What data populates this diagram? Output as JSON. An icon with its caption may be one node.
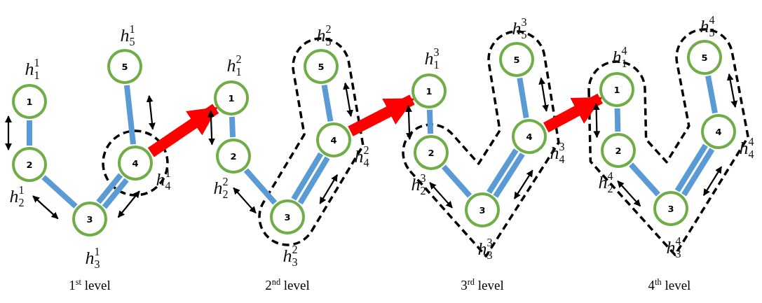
{
  "diagram": {
    "nodes": [
      {
        "text": [
          "1"
        ],
        "beside": [
          "*h*$^{1}$$_{1}$"
        ]
      },
      {
        "text": [
          "2"
        ],
        "beside": [
          "*h*$^{1}$$_{2}$"
        ]
      },
      {
        "text": [
          "3"
        ],
        "beside": [
          "*h*$^{1}$$_{3}$"
        ]
      },
      {
        "text": [
          "4"
        ],
        "beside": [
          "*h*$^{1}$$_{4}$"
        ]
      },
      {
        "text": [
          "5"
        ],
        "beside": [
          "*h*$^{1}$$_{5}$"
        ]
      },
      {
        "text": [
          "1"
        ],
        "beside": [
          "*h*$^{2}$$_{1}$"
        ]
      },
      {
        "text": [
          "2"
        ],
        "beside": [
          "*h*$^{2}$$_{2}$"
        ]
      },
      {
        "text": [
          "3"
        ],
        "beside": [
          "*h*$^{2}$$_{3}$"
        ]
      },
      {
        "text": [
          "4"
        ],
        "beside": [
          "*h*$^{2}$$_{4}$"
        ]
      },
      {
        "text": [
          "5"
        ],
        "beside": [
          "*h*$^{2}$$_{5}$"
        ]
      },
      {
        "text": [
          "1"
        ],
        "beside": [
          "*h*$^{3}$$_{1}$"
        ]
      },
      {
        "text": [
          "2"
        ],
        "beside": [
          "*h*$^{3}$$_{2}$"
        ]
      },
      {
        "text": [
          "3"
        ],
        "beside": [
          "*h*$^{3}$$_{3}$"
        ]
      },
      {
        "text": [
          "4"
        ],
        "beside": [
          "*h*$^{3}$$_{4}$"
        ]
      },
      {
        "text": [
          "5"
        ],
        "beside": [
          "*h*$^{3}$$_{5}$"
        ]
      },
      {
        "text": [
          "1"
        ],
        "beside": [
          "*h*$^{4}$$_{1}$"
        ]
      },
      {
        "text": [
          "2"
        ],
        "beside": [
          "*h*$^{4}$$_{2}$"
        ]
      },
      {
        "text": [
          "3"
        ],
        "beside": [
          "*h*$^{4}$$_{3}$"
        ]
      },
      {
        "text": [
          "4"
        ],
        "beside": [
          "*h*$^{4}$$_{4}$"
        ]
      },
      {
        "text": [
          "5"
        ],
        "beside": [
          "*h*$^{4}$$_{5}$"
        ]
      }
    ],
    "edges": [
      {
        "from": 0,
        "to": 1,
        "arrow": "none"
      },
      {
        "from": 1,
        "to": 2,
        "arrow": "none"
      },
      {
        "from": 2,
        "to": 3,
        "arrow": "none"
      },
      {
        "from": 2,
        "to": 3,
        "arrow": "none"
      },
      {
        "from": 3,
        "to": 4,
        "arrow": "none"
      },
      {
        "from": 0,
        "to": 1,
        "arrow": "both",
        "color": "#000000"
      },
      {
        "from": 1,
        "to": 2,
        "arrow": "both",
        "color": "#000000"
      },
      {
        "from": 2,
        "to": 3,
        "arrow": "both",
        "color": "#000000"
      },
      {
        "from": 3,
        "to": 4,
        "arrow": "both",
        "color": "#000000"
      },
      {
        "from": 3,
        "to": 5,
        "arrow": "to",
        "style": "thick",
        "color": "#ff0000"
      },
      {
        "from": 5,
        "to": 6,
        "arrow": "none"
      },
      {
        "from": 6,
        "to": 7,
        "arrow": "none"
      },
      {
        "from": 7,
        "to": 8,
        "arrow": "none"
      },
      {
        "from": 7,
        "to": 8,
        "arrow": "none"
      },
      {
        "from": 8,
        "to": 9,
        "arrow": "none"
      },
      {
        "from": 5,
        "to": 6,
        "arrow": "both",
        "color": "#000000"
      },
      {
        "from": 6,
        "to": 7,
        "arrow": "both",
        "color": "#000000"
      },
      {
        "from": 7,
        "to": 8,
        "arrow": "both",
        "color": "#000000"
      },
      {
        "from": 8,
        "to": 9,
        "arrow": "both",
        "color": "#000000"
      },
      {
        "from": 8,
        "to": 10,
        "arrow": "to",
        "style": "thick",
        "color": "#ff0000"
      },
      {
        "from": 10,
        "to": 11,
        "arrow": "none"
      },
      {
        "from": 11,
        "to": 12,
        "arrow": "none"
      },
      {
        "from": 12,
        "to": 13,
        "arrow": "none"
      },
      {
        "from": 12,
        "to": 13,
        "arrow": "none"
      },
      {
        "from": 13,
        "to": 14,
        "arrow": "none"
      },
      {
        "from": 10,
        "to": 11,
        "arrow": "both",
        "color": "#000000"
      },
      {
        "from": 11,
        "to": 12,
        "arrow": "both",
        "color": "#000000"
      },
      {
        "from": 12,
        "to": 13,
        "arrow": "both",
        "color": "#000000"
      },
      {
        "from": 13,
        "to": 14,
        "arrow": "both",
        "color": "#000000"
      },
      {
        "from": 13,
        "to": 15,
        "arrow": "to",
        "style": "thick",
        "color": "#ff0000"
      },
      {
        "from": 15,
        "to": 16,
        "arrow": "none"
      },
      {
        "from": 16,
        "to": 17,
        "arrow": "none"
      },
      {
        "from": 17,
        "to": 18,
        "arrow": "none"
      },
      {
        "from": 17,
        "to": 18,
        "arrow": "none"
      },
      {
        "from": 18,
        "to": 19,
        "arrow": "none"
      },
      {
        "from": 15,
        "to": 16,
        "arrow": "both",
        "color": "#000000"
      },
      {
        "from": 16,
        "to": 17,
        "arrow": "both",
        "color": "#000000"
      },
      {
        "from": 17,
        "to": 18,
        "arrow": "both",
        "color": "#000000"
      },
      {
        "from": 18,
        "to": 19,
        "arrow": "both",
        "color": "#000000"
      }
    ],
    "labels": [
      "1$^{st}$ level",
      "2$^{nd}$ level",
      "3$^{rd}$ level",
      "4$^{th}$ level"
    ]
  }
}
